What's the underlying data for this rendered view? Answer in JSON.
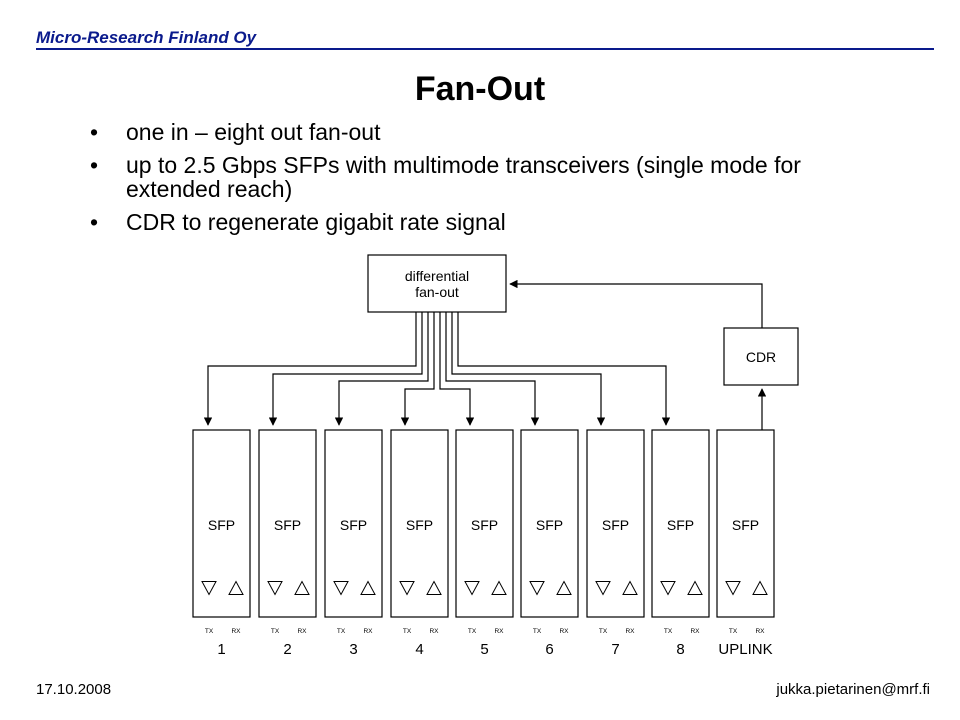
{
  "header": {
    "company": "Micro-Research Finland Oy"
  },
  "slide": {
    "title": "Fan-Out",
    "bullets": [
      "one in – eight out fan-out",
      "up to 2.5 Gbps SFPs with multimode transceivers (single mode for extended reach)",
      "CDR to regenerate gigabit rate signal"
    ]
  },
  "diagram": {
    "fanout_label_lines": [
      "differential",
      "fan-out"
    ],
    "cdr_label": "CDR",
    "sfp_label": "SFP",
    "tx_label": "TX",
    "rx_label": "RX",
    "port_labels": [
      "1",
      "2",
      "3",
      "4",
      "5",
      "6",
      "7",
      "8",
      "UPLINK"
    ]
  },
  "footer": {
    "date": "17.10.2008",
    "email": "jukka.pietarinen@mrf.fi"
  }
}
